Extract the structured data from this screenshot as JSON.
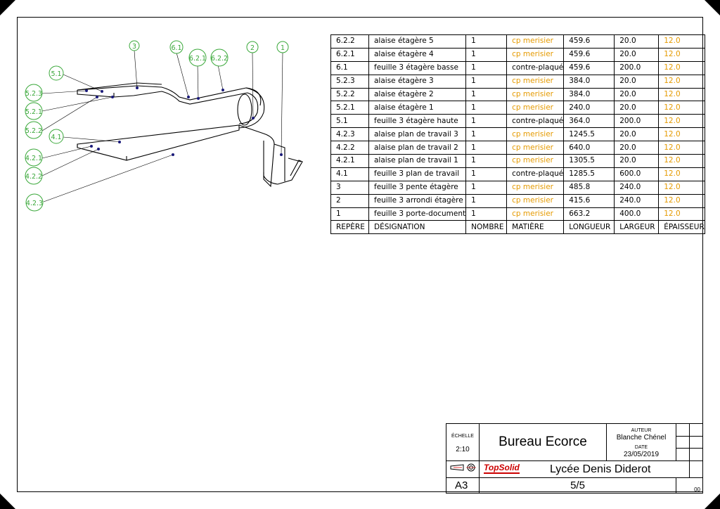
{
  "nomenclature": {
    "rows": [
      {
        "repere": "6.2.2",
        "designation": "alaise étagère 5",
        "nombre": "1",
        "matiere": "cp merisier",
        "longueur": "459.6",
        "largeur": "20.0",
        "epaisseur": "12.0",
        "cp": true
      },
      {
        "repere": "6.2.1",
        "designation": "alaise étagère 4",
        "nombre": "1",
        "matiere": "cp merisier",
        "longueur": "459.6",
        "largeur": "20.0",
        "epaisseur": "12.0",
        "cp": true
      },
      {
        "repere": "6.1",
        "designation": "feuille 3 étagère basse",
        "nombre": "1",
        "matiere": "contre-plaqué",
        "longueur": "459.6",
        "largeur": "200.0",
        "epaisseur": "12.0",
        "cp": false
      },
      {
        "repere": "5.2.3",
        "designation": "alaise étagère 3",
        "nombre": "1",
        "matiere": "cp merisier",
        "longueur": "384.0",
        "largeur": "20.0",
        "epaisseur": "12.0",
        "cp": true
      },
      {
        "repere": "5.2.2",
        "designation": "alaise étagère 2",
        "nombre": "1",
        "matiere": "cp merisier",
        "longueur": "384.0",
        "largeur": "20.0",
        "epaisseur": "12.0",
        "cp": true
      },
      {
        "repere": "5.2.1",
        "designation": "alaise étagère 1",
        "nombre": "1",
        "matiere": "cp merisier",
        "longueur": "240.0",
        "largeur": "20.0",
        "epaisseur": "12.0",
        "cp": true
      },
      {
        "repere": "5.1",
        "designation": "feuille 3 étagère haute",
        "nombre": "1",
        "matiere": "contre-plaqué",
        "longueur": "364.0",
        "largeur": "200.0",
        "epaisseur": "12.0",
        "cp": false
      },
      {
        "repere": "4.2.3",
        "designation": "alaise plan de travail 3",
        "nombre": "1",
        "matiere": "cp merisier",
        "longueur": "1245.5",
        "largeur": "20.0",
        "epaisseur": "12.0",
        "cp": true
      },
      {
        "repere": "4.2.2",
        "designation": "alaise plan de travail 2",
        "nombre": "1",
        "matiere": "cp merisier",
        "longueur": "640.0",
        "largeur": "20.0",
        "epaisseur": "12.0",
        "cp": true
      },
      {
        "repere": "4.2.1",
        "designation": "alaise plan de travail 1",
        "nombre": "1",
        "matiere": "cp merisier",
        "longueur": "1305.5",
        "largeur": "20.0",
        "epaisseur": "12.0",
        "cp": true
      },
      {
        "repere": "4.1",
        "designation": "feuille 3 plan de travail",
        "nombre": "1",
        "matiere": "contre-plaqué",
        "longueur": "1285.5",
        "largeur": "600.0",
        "epaisseur": "12.0",
        "cp": false
      },
      {
        "repere": "3",
        "designation": "feuille 3 pente étagère",
        "nombre": "1",
        "matiere": "cp merisier",
        "longueur": "485.8",
        "largeur": "240.0",
        "epaisseur": "12.0",
        "cp": true
      },
      {
        "repere": "2",
        "designation": "feuille 3 arrondi étagère",
        "nombre": "1",
        "matiere": "cp merisier",
        "longueur": "415.6",
        "largeur": "240.0",
        "epaisseur": "12.0",
        "cp": true
      },
      {
        "repere": "1",
        "designation": "feuille 3 porte-document",
        "nombre": "1",
        "matiere": "cp merisier",
        "longueur": "663.2",
        "largeur": "400.0",
        "epaisseur": "12.0",
        "cp": true
      }
    ],
    "headers": [
      "REPÈRE",
      "DÉSIGNATION",
      "NOMBRE",
      "MATIÈRE",
      "LONGUEUR",
      "LARGEUR",
      "ÉPAISSEUR"
    ]
  },
  "callouts": [
    "3",
    "6.1",
    "6.2.1",
    "6.2.2",
    "2",
    "1",
    "5.1",
    "5.2.3",
    "5.2.1",
    "5.2.2",
    "4.1",
    "4.2.1",
    "4.2.2",
    "4.2.3"
  ],
  "title_block": {
    "echelle_label": "ÉCHELLE",
    "echelle": "2:10",
    "title": "Bureau Ecorce",
    "auteur_label": "AUTEUR",
    "auteur": "Blanche Chénel",
    "date_label": "DATE",
    "date": "23/05/2019",
    "software": "TopSolid",
    "school": "Lycée Denis Diderot",
    "format": "A3",
    "sheet": "5/5",
    "revision": "00"
  }
}
